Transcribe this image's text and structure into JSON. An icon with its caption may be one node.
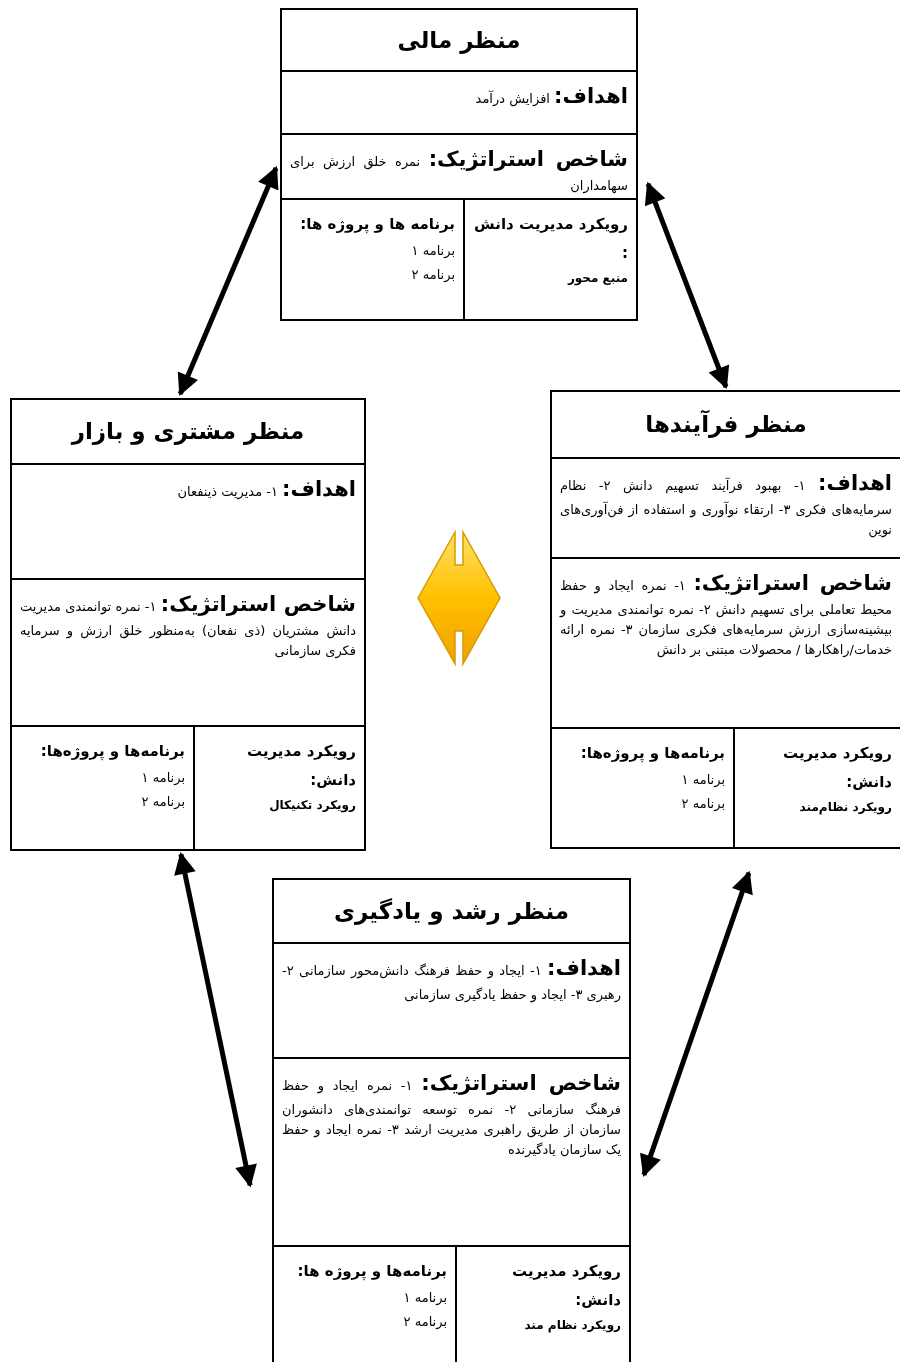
{
  "diagram": {
    "nodes": [
      {
        "text": [
          "منظر مالی"
        ]
      },
      {
        "text": [
          "**اهداف:** افزایش درآمد"
        ],
        "in": 0
      },
      {
        "text": [
          "**شاخص استراتژیک:** نمره خلق ارزش برای سهامداران"
        ],
        "in": 0
      },
      {
        "text": [
          "رویکرد مدیریت دانش :",
          "منبع محور"
        ],
        "in": 0
      },
      {
        "text": [
          "برنامه ها و پروژه ها:",
          "برنامه ۱",
          "برنامه ۲"
        ],
        "in": 0
      },
      {
        "text": [
          "منظر مشتری و بازار"
        ]
      },
      {
        "text": [
          "**اهداف:** ۱- مدیریت ذینفعان"
        ],
        "in": 5
      },
      {
        "text": [
          "**شاخص استراتژیک:** ۱- نمره توانمندی مدیریت دانش مشتریان (ذی نفعان) به‌منظور خلق ارزش و سرمایه فکری سازمانی"
        ],
        "in": 5
      },
      {
        "text": [
          "رویکرد مدیریت دانش:",
          "رویکرد تکنیکال"
        ],
        "in": 5
      },
      {
        "text": [
          "برنامه‌ها و پروژه‌ها:",
          "برنامه ۱",
          "برنامه ۲"
        ],
        "in": 5
      },
      {
        "text": [
          "منظر فرآیندها"
        ]
      },
      {
        "text": [
          "**اهداف:** ۱- بهبود فرآیند تسهیم دانش ۲- نظام سرمایه‌های فکری ۳- ارتقاء نوآوری و استفاده از فن‌آوری‌های نوین"
        ],
        "in": 10
      },
      {
        "text": [
          "**شاخص استراتژیک:** ۱- نمره ایجاد و حفظ محیط تعاملی برای تسهیم دانش ۲- نمره توانمندی مدیریت و بیشینه‌سازی ارزش سرمایه‌های فکری سازمان ۳- نمره ارائه خدمات/راهکارها / محصولات مبتنی بر دانش"
        ],
        "in": 10
      },
      {
        "text": [
          "رویکرد مدیریت دانش:",
          "رویکرد نظام‌مند"
        ],
        "in": 10
      },
      {
        "text": [
          "برنامه‌ها و پروژه‌ها:",
          "برنامه ۱",
          "برنامه ۲"
        ],
        "in": 10
      },
      {
        "text": [
          "منظر رشد و یادگیری"
        ]
      },
      {
        "text": [
          "**اهداف:** ۱- ایجاد و حفظ فرهنگ دانش‌محور سازمانی ۲- رهبری ۳- ایجاد و حفظ یادگیری سازمانی"
        ],
        "in": 15
      },
      {
        "text": [
          "**شاخص استراتژیک:** ۱- نمره ایجاد و حفظ فرهنگ سازمانی ۲- نمره توسعه توانمندی‌های دانشوران سازمان از طریق راهبری مدیریت ارشد ۳- نمره ایجاد و حفظ یک سازمان یادگیرنده"
        ],
        "in": 15
      },
      {
        "text": [
          "رویکرد مدیریت دانش:",
          "رویکرد نظام مند"
        ],
        "in": 15
      },
      {
        "text": [
          "برنامه‌ها و پروژه ها:",
          "برنامه ۱",
          "برنامه ۲"
        ],
        "in": 15
      }
    ],
    "edges": [
      {
        "from": 0,
        "to": 5,
        "arrow": "both"
      },
      {
        "from": 0,
        "to": 10,
        "arrow": "both"
      },
      {
        "from": 5,
        "to": 15,
        "arrow": "both"
      },
      {
        "from": 10,
        "to": 15,
        "arrow": "both"
      }
    ]
  }
}
